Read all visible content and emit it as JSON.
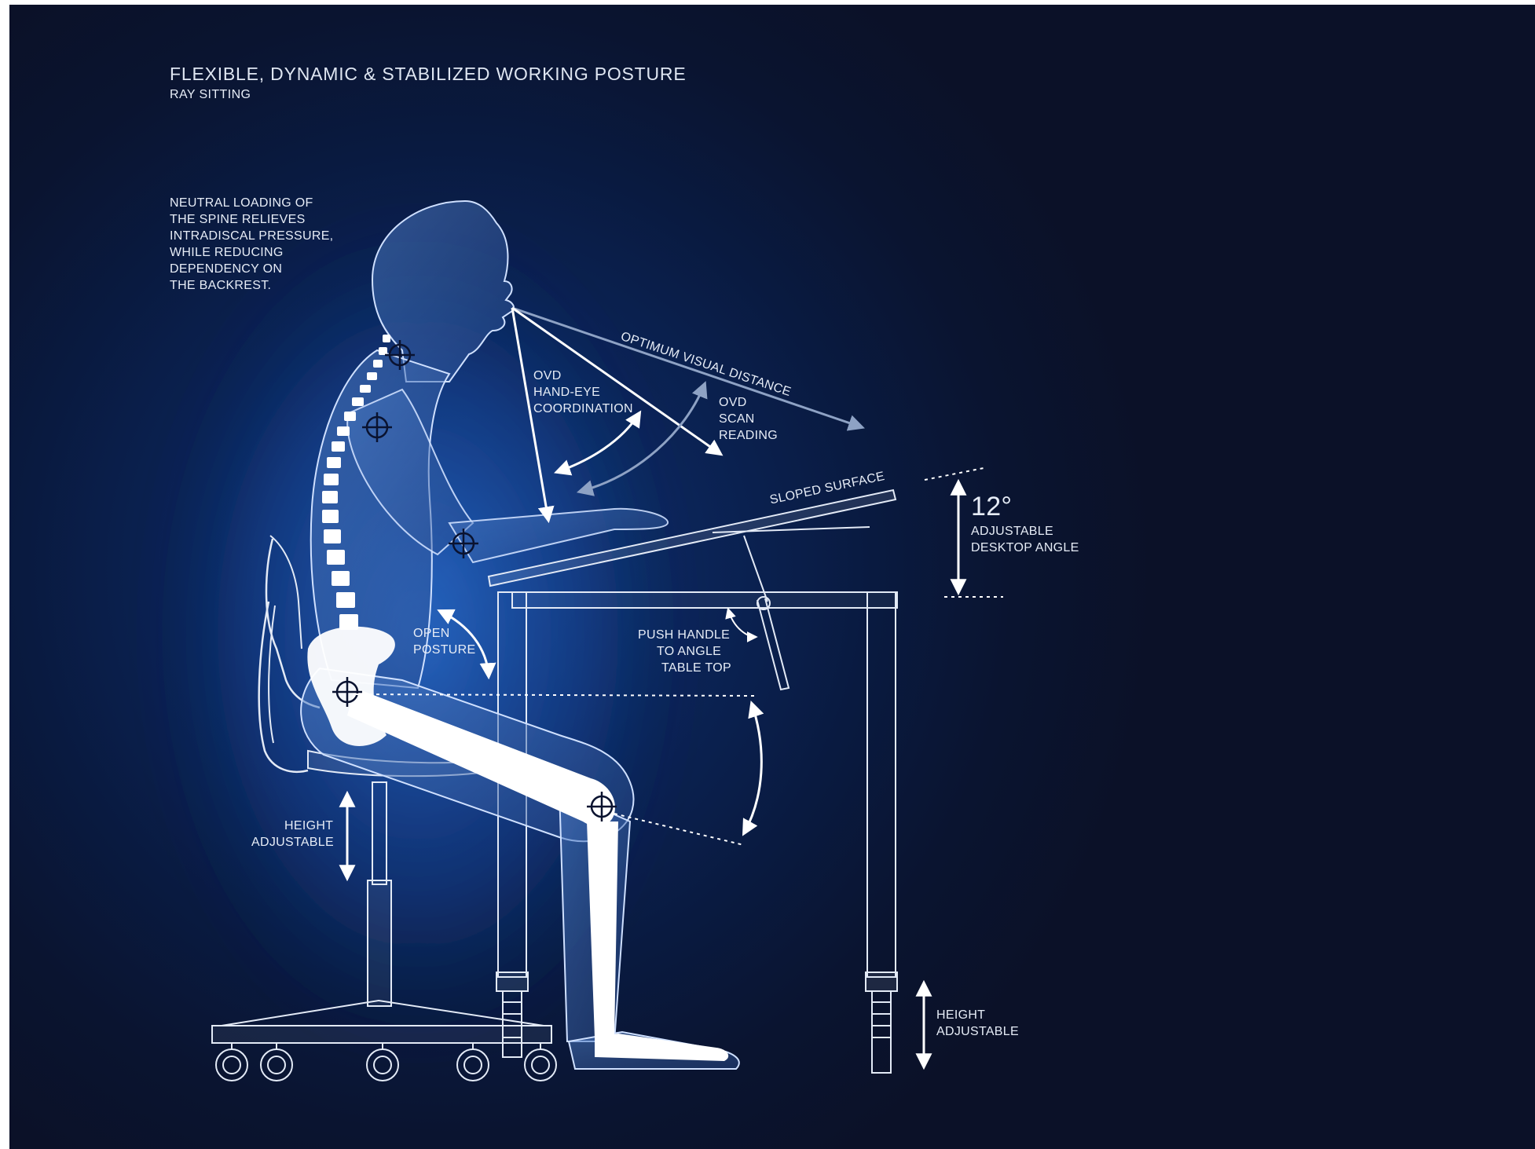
{
  "header": {
    "title": "FLEXIBLE, DYNAMIC & STABILIZED WORKING POSTURE",
    "subtitle": "RAY SITTING"
  },
  "annotations": {
    "spine_note": [
      "NEUTRAL LOADING OF",
      "THE SPINE RELIEVES",
      "INTRADISCAL PRESSURE,",
      "WHILE REDUCING",
      "DEPENDENCY ON",
      "THE BACKREST."
    ],
    "optimum_visual_distance": "OPTIMUM VISUAL DISTANCE",
    "ovd_hand_eye": [
      "OVD",
      "HAND-EYE",
      "COORDINATION"
    ],
    "ovd_scan": [
      "OVD",
      "SCAN",
      "READING"
    ],
    "sloped_surface": "SLOPED SURFACE",
    "angle_value": "12°",
    "angle_label": [
      "ADJUSTABLE",
      "DESKTOP ANGLE"
    ],
    "open_posture": [
      "OPEN",
      "POSTURE"
    ],
    "push_handle": [
      "PUSH HANDLE",
      "TO ANGLE",
      "TABLE TOP"
    ],
    "chair_height": [
      "HEIGHT",
      "ADJUSTABLE"
    ],
    "table_height": [
      "HEIGHT",
      "ADJUSTABLE"
    ]
  },
  "colors": {
    "background": "#0b1a42",
    "glow": "#1d5fc2",
    "line": "#dfe6f2",
    "bone": "#ffffff"
  }
}
